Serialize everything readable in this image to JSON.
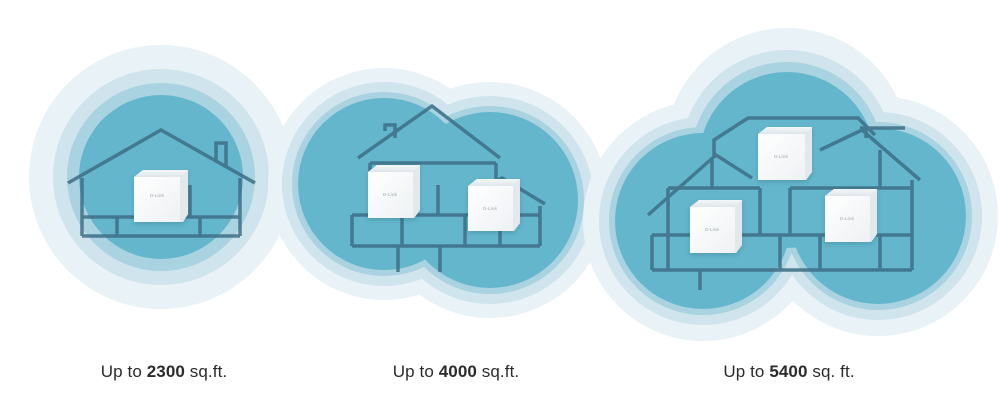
{
  "device": {
    "brand_mark": "D-Link"
  },
  "tiers": [
    {
      "prefix": "Up to",
      "value": "2300",
      "unit": "sq.ft.",
      "node_count": 1
    },
    {
      "prefix": "Up to",
      "value": "4000",
      "unit": "sq.ft.",
      "node_count": 2
    },
    {
      "prefix": "Up to",
      "value": "5400",
      "unit": "sq. ft.",
      "node_count": 3
    }
  ],
  "colors": {
    "inner_coverage": "#63b6cc",
    "middle_ring": "#a9d3e0",
    "outer_halo": "#dcebf1",
    "house_outline": "#3e6f86",
    "device_body": "#ffffff"
  }
}
